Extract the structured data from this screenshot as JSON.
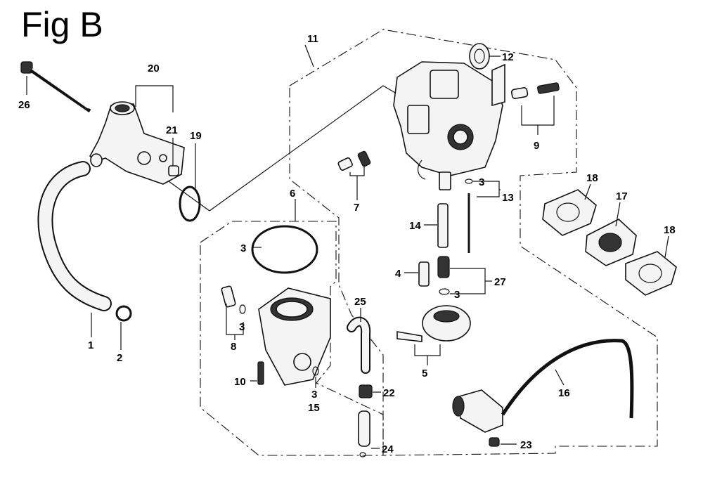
{
  "figure": {
    "title": "Fig B"
  },
  "callouts": {
    "n1": "1",
    "n2": "2",
    "n3a": "3",
    "n3b": "3",
    "n3c": "3",
    "n3d": "3",
    "n3e": "3",
    "n4": "4",
    "n5": "5",
    "n6": "6",
    "n7": "7",
    "n8": "8",
    "n9": "9",
    "n10": "10",
    "n11": "11",
    "n12": "12",
    "n13": "13",
    "n14": "14",
    "n15": "15",
    "n16": "16",
    "n17": "17",
    "n18a": "18",
    "n18b": "18",
    "n19": "19",
    "n20": "20",
    "n21": "21",
    "n22": "22",
    "n23": "23",
    "n24": "24",
    "n25": "25",
    "n26": "26",
    "n27": "27"
  }
}
